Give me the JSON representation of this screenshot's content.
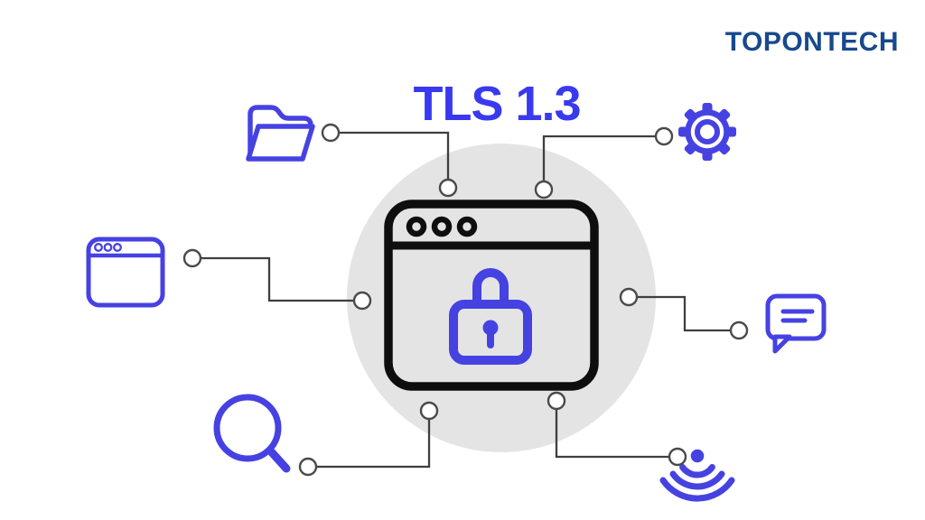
{
  "header": {
    "logo": "TOPONTECH"
  },
  "title": "TLS 1.3",
  "colors": {
    "bg_white": "#ffffff",
    "icon_blue": "#4642e2",
    "title_blue": "#3939f0",
    "logo_navy": "#17498c",
    "stroke_black": "#0e0e0e",
    "line_gray": "#3f3f3f",
    "node_gray": "#4a4a4a",
    "circle_gray": "#e4e4e4"
  },
  "icons": [
    {
      "name": "folder-icon",
      "position": "top-left"
    },
    {
      "name": "gear-icon",
      "position": "top-right"
    },
    {
      "name": "browser-window-icon",
      "position": "middle-left"
    },
    {
      "name": "chat-bubble-icon",
      "position": "middle-right"
    },
    {
      "name": "search-icon",
      "position": "bottom-left"
    },
    {
      "name": "wifi-icon",
      "position": "bottom-right"
    },
    {
      "name": "secure-browser-lock-icon",
      "position": "center"
    }
  ]
}
